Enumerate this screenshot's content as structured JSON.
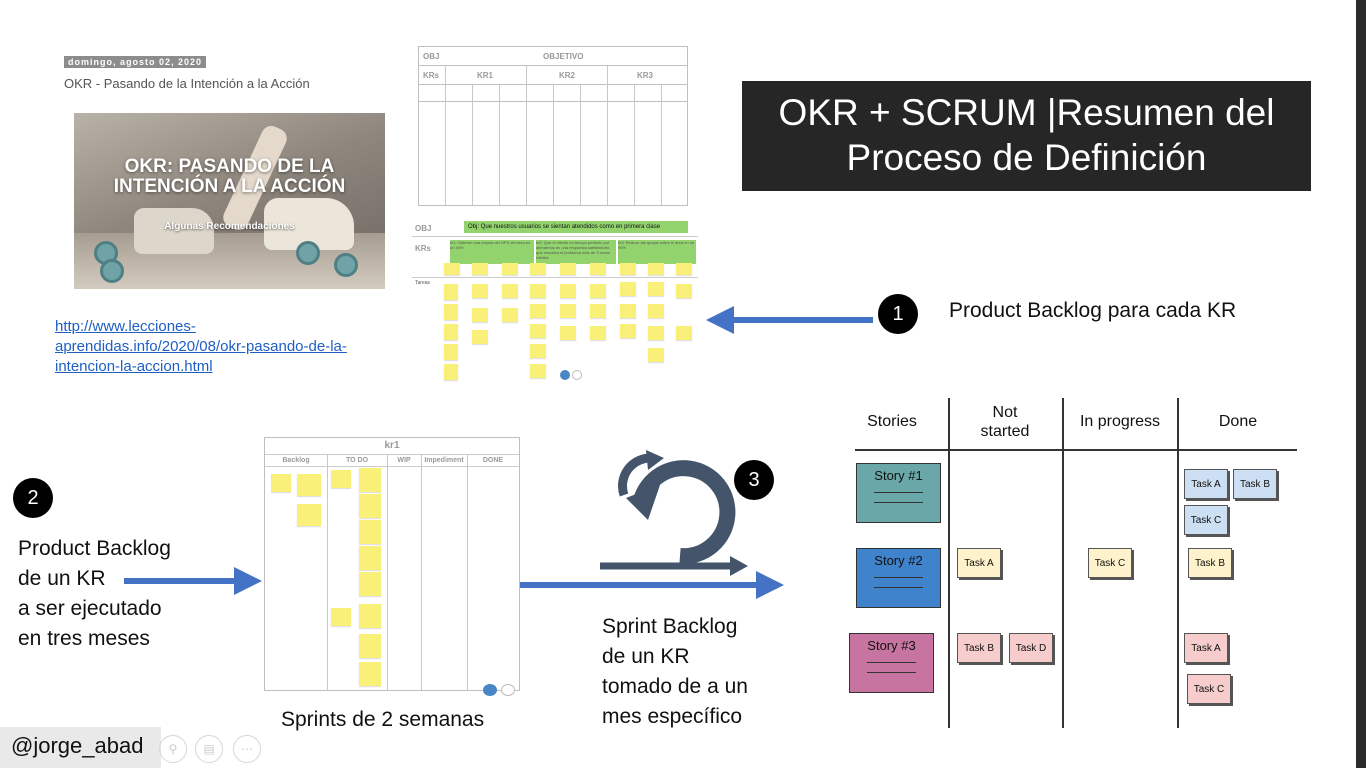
{
  "title": "OKR + SCRUM  |Resumen del Proceso de Definición",
  "blog": {
    "date": "domingo, agosto 02, 2020",
    "title": "OKR - Pasando de la Intención a la Acción",
    "image_title": "OKR: PASANDO DE LA INTENCIÓN A LA ACCIÓN",
    "image_subtitle": "Algunas Recomendaciones",
    "link": "http://www.lecciones-aprendidas.info/2020/08/okr-pasando-de-la-intencion-la-accion.html"
  },
  "okr_template": {
    "obj_label": "OBJ",
    "objective_label": "OBJETIVO",
    "krs_label": "KRs",
    "kr_labels": [
      "KR1",
      "KR2",
      "KR3"
    ]
  },
  "okr_filled": {
    "obj_label": "OBJ",
    "objective": "Obj: Que nuestros usuarios se sientan atendidos como en primera clase",
    "krs_label": "KRs",
    "kr_texts": [
      "kr1: Obtener una mejora del NPS del área en un 40%",
      "kr2: Que el cliente en tiempo perfecto por atenderlos en una respuesta satisfactoria que resuelva el problema más de 3 veces hábiles",
      "kr3: Reducir las quejas sobre el área en un 90%"
    ],
    "row_label_tareas": "Tareas"
  },
  "steps": [
    {
      "number": "1",
      "text": "Product Backlog para cada KR"
    },
    {
      "number": "2",
      "lines": [
        "Product Backlog",
        "de un KR",
        "a ser ejecutado",
        "en tres meses"
      ]
    },
    {
      "number": "3",
      "lines": [
        "Sprint Backlog",
        "de un KR",
        "tomado de a un",
        "mes específico"
      ]
    }
  ],
  "sprint_caption": "Sprints de 2 semanas",
  "sprint_board": {
    "title": "kr1",
    "columns": [
      "Backlog",
      "TO DO",
      "WIP",
      "Impediment",
      "DONE"
    ]
  },
  "kanban": {
    "columns": [
      "Stories",
      "Not started",
      "In progress",
      "Done"
    ],
    "stories": [
      {
        "label": "Story #1",
        "color": "#6aa7a8"
      },
      {
        "label": "Story #2",
        "color": "#3f83cc"
      },
      {
        "label": "Story #3",
        "color": "#c774a0"
      }
    ],
    "tasks": {
      "s1_done": [
        "Task A",
        "Task B",
        "Task C"
      ],
      "s2_not_started": [
        "Task A"
      ],
      "s2_in_progress": [
        "Task C"
      ],
      "s2_done": [
        "Task B"
      ],
      "s3_not_started": [
        "Task B",
        "Task D"
      ],
      "s3_done": [
        "Task A",
        "Task C"
      ]
    }
  },
  "footer": {
    "handle": "@jorge_abad"
  },
  "colors": {
    "arrow": "#4472c4",
    "title_bg": "#262626",
    "scrum_icon": "#44546a"
  }
}
